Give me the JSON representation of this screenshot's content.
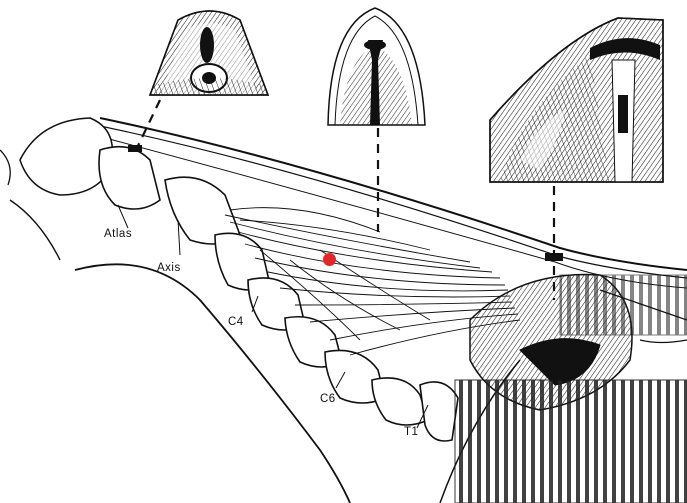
{
  "labels": {
    "atlas": "Atlas",
    "axis": "Axis",
    "c4": "C4",
    "c6": "C6",
    "t1": "T1"
  },
  "insets": [
    {
      "name": "cross-section-atlas"
    },
    {
      "name": "cross-section-mid-neck"
    },
    {
      "name": "cross-section-withers"
    }
  ],
  "marker": {
    "color": "#e3262b"
  },
  "ink_color": "#1a1a1a"
}
